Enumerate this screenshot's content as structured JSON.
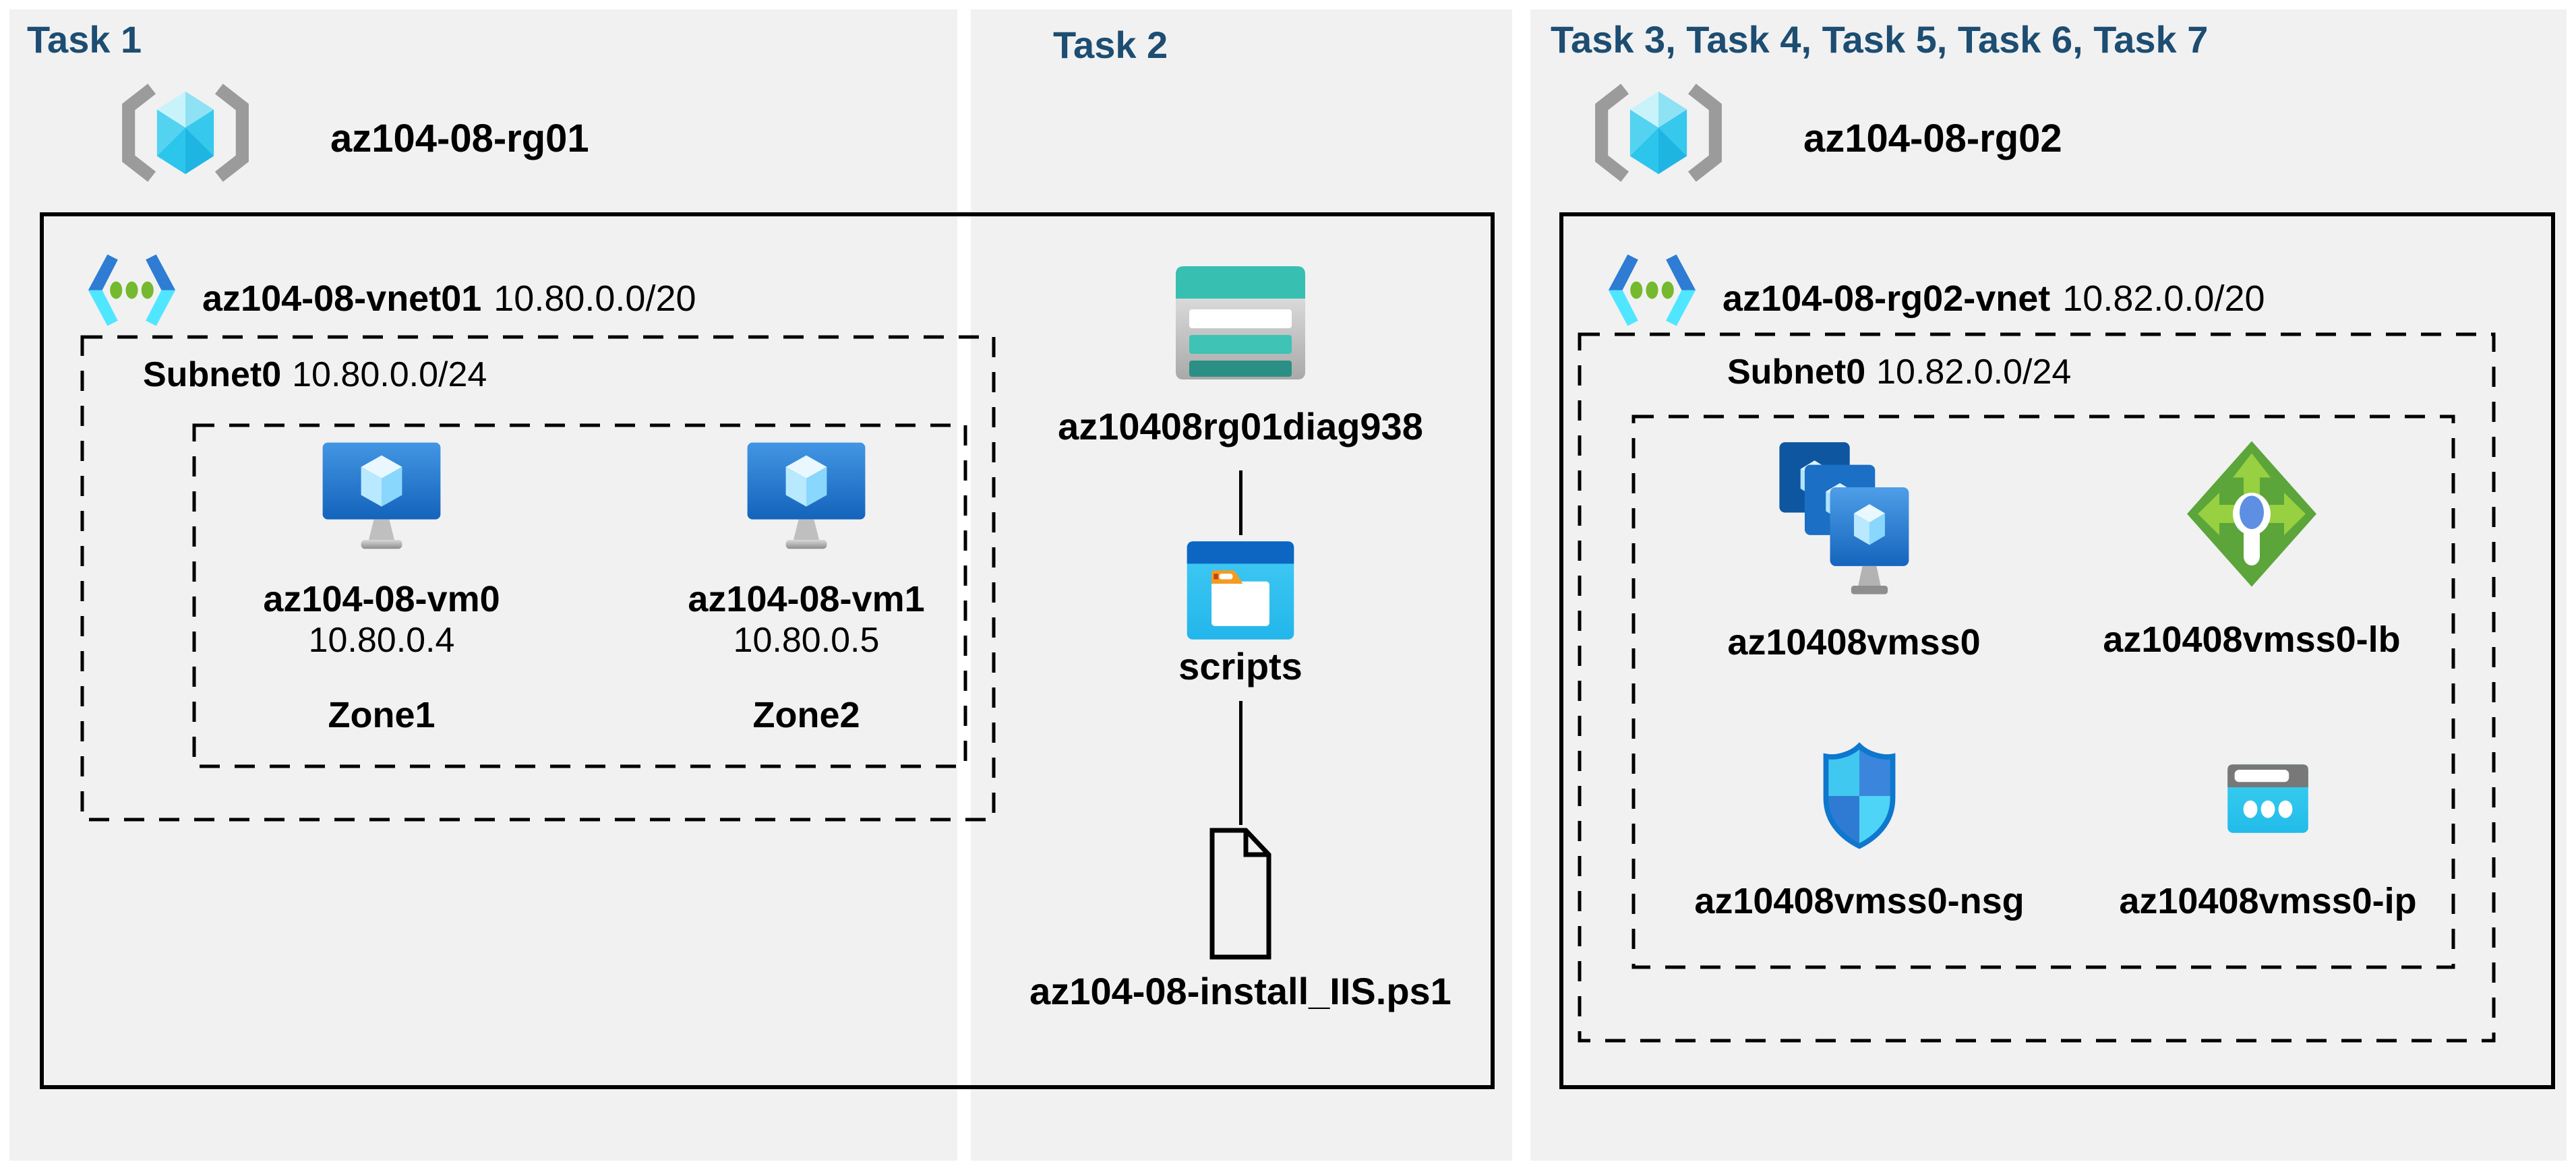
{
  "page": {
    "accent_color": "#1d4d71",
    "panel_color": "#f1f1f2",
    "line_color": "#000000"
  },
  "task1": {
    "title": "Task 1",
    "resource_group": "az104-08-rg01",
    "vnet": {
      "name": "az104-08-vnet01",
      "cidr": "10.80.0.0/20"
    },
    "subnet": {
      "name": "Subnet0",
      "cidr": "10.80.0.0/24"
    },
    "vms": [
      {
        "name": "az104-08-vm0",
        "ip": "10.80.0.4",
        "zone": "Zone1"
      },
      {
        "name": "az104-08-vm1",
        "ip": "10.80.0.5",
        "zone": "Zone2"
      }
    ]
  },
  "task2": {
    "title": "Task 2",
    "storage_account": "az10408rg01diag938",
    "container": "scripts",
    "script_file": "az104-08-install_IIS.ps1"
  },
  "task3": {
    "title": "Task 3, Task 4, Task 5, Task 6, Task 7",
    "resource_group": "az104-08-rg02",
    "vnet": {
      "name": "az104-08-rg02-vnet",
      "cidr": "10.82.0.0/20"
    },
    "subnet": {
      "name": "Subnet0",
      "cidr": "10.82.0.0/24"
    },
    "resources": [
      {
        "name": "az10408vmss0",
        "type": "vm-scale-set"
      },
      {
        "name": "az10408vmss0-lb",
        "type": "load-balancer"
      },
      {
        "name": "az10408vmss0-nsg",
        "type": "network-security-group"
      },
      {
        "name": "az10408vmss0-ip",
        "type": "public-ip"
      }
    ]
  },
  "icons": {
    "resource_group": "resource-group-icon",
    "vnet": "virtual-network-icon",
    "vm": "virtual-machine-icon",
    "storage": "storage-account-icon",
    "container": "blob-container-icon",
    "file": "script-file-icon",
    "vmss": "vm-scale-set-icon",
    "lb": "load-balancer-icon",
    "nsg": "network-security-group-icon",
    "pip": "public-ip-icon"
  }
}
